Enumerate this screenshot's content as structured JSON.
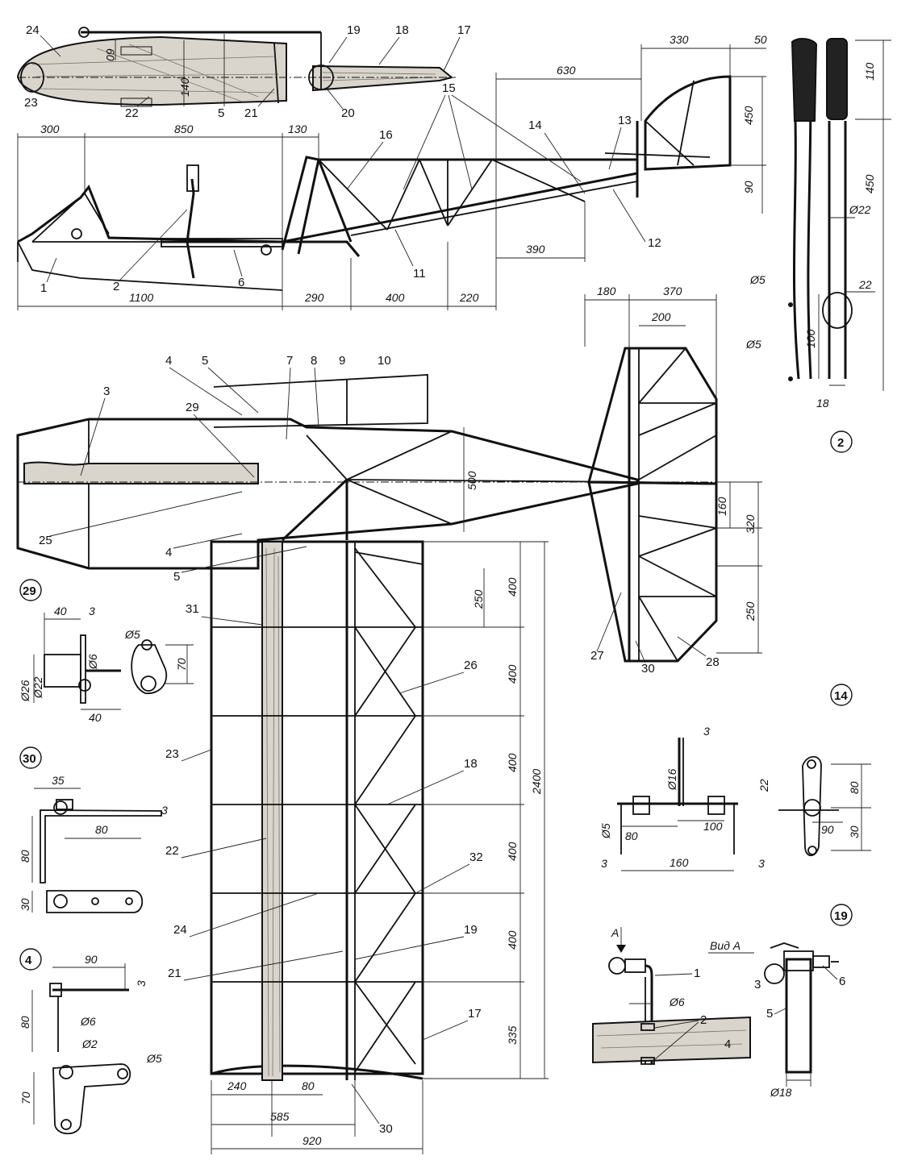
{
  "side_view": {
    "dims": {
      "d300": "300",
      "d850": "850",
      "d130": "130",
      "d1100": "1100",
      "d290": "290",
      "d400": "400",
      "d220": "220",
      "d390": "390",
      "d630": "630",
      "d330": "330",
      "d50": "50",
      "d450": "450",
      "d90": "90"
    },
    "labels": {
      "l1": "1",
      "l2": "2",
      "l6": "6",
      "l11": "11",
      "l12": "12",
      "l13": "13",
      "l14": "14",
      "l15": "15",
      "l16": "16"
    }
  },
  "wing_section": {
    "dims": {
      "d60": "60",
      "d140": "140"
    },
    "labels": {
      "l24": "24",
      "l23": "23",
      "l22": "22",
      "l5": "5",
      "l21": "21",
      "l20": "20",
      "l19": "19",
      "l18": "18",
      "l17": "17"
    }
  },
  "stick_detail": {
    "circle": "2",
    "dims": {
      "d110": "110",
      "d450": "450",
      "d22a": "Ø22",
      "d22b": "22",
      "d100": "100",
      "d18": "18",
      "d5a": "Ø5",
      "d5b": "Ø5"
    }
  },
  "top_view": {
    "dims": {
      "d180": "180",
      "d370": "370",
      "d200": "200",
      "d500": "500",
      "d160": "160",
      "d320": "320",
      "d250a": "250",
      "d250b": "250",
      "d400a": "400",
      "d400b": "400",
      "d400c": "400",
      "d400d": "400",
      "d400e": "400",
      "d335": "335",
      "d2400": "2400",
      "d240": "240",
      "d80": "80",
      "d585": "585",
      "d920": "920"
    },
    "labels": {
      "l4a": "4",
      "l5a": "5",
      "l7": "7",
      "l8": "8",
      "l9": "9",
      "l10": "10",
      "l3": "3",
      "l29": "29",
      "l25": "25",
      "l4b": "4",
      "l5b": "5",
      "l31": "31",
      "l26": "26",
      "l23": "23",
      "l18": "18",
      "l22": "22",
      "l32": "32",
      "l24": "24",
      "l19": "19",
      "l21": "21",
      "l17": "17",
      "l30": "30",
      "l27": "27",
      "l30b": "30",
      "l28": "28"
    }
  },
  "detail_29": {
    "circle": "29",
    "dims": {
      "d40a": "40",
      "d3": "3",
      "d5": "Ø5",
      "d26": "Ø26",
      "d22": "Ø22",
      "d6": "Ø6",
      "d70": "70",
      "d40b": "40"
    }
  },
  "detail_30": {
    "circle": "30",
    "dims": {
      "d35": "35",
      "d80a": "80",
      "d80b": "80",
      "d3": "3",
      "d30": "30"
    }
  },
  "detail_4": {
    "circle": "4",
    "dims": {
      "d90": "90",
      "d3": "3",
      "d80": "80",
      "d6": "Ø6",
      "d2": "Ø2",
      "d5": "Ø5",
      "d70": "70"
    }
  },
  "detail_14": {
    "circle": "14",
    "dims": {
      "d3a": "3",
      "d16": "Ø16",
      "d5": "Ø5",
      "d80": "80",
      "d100": "100",
      "d160": "160",
      "d3b": "3",
      "d3c": "3",
      "d22": "22",
      "d80b": "80",
      "d90": "90",
      "d30": "30"
    }
  },
  "detail_19": {
    "circle": "19",
    "view_label": "Вид А",
    "arrow_label": "A",
    "dims": {
      "d6": "Ø6",
      "d18": "Ø18"
    },
    "labels": {
      "l1": "1",
      "l2": "2",
      "l4": "4",
      "l3": "3",
      "l5": "5",
      "l6": "6"
    }
  }
}
